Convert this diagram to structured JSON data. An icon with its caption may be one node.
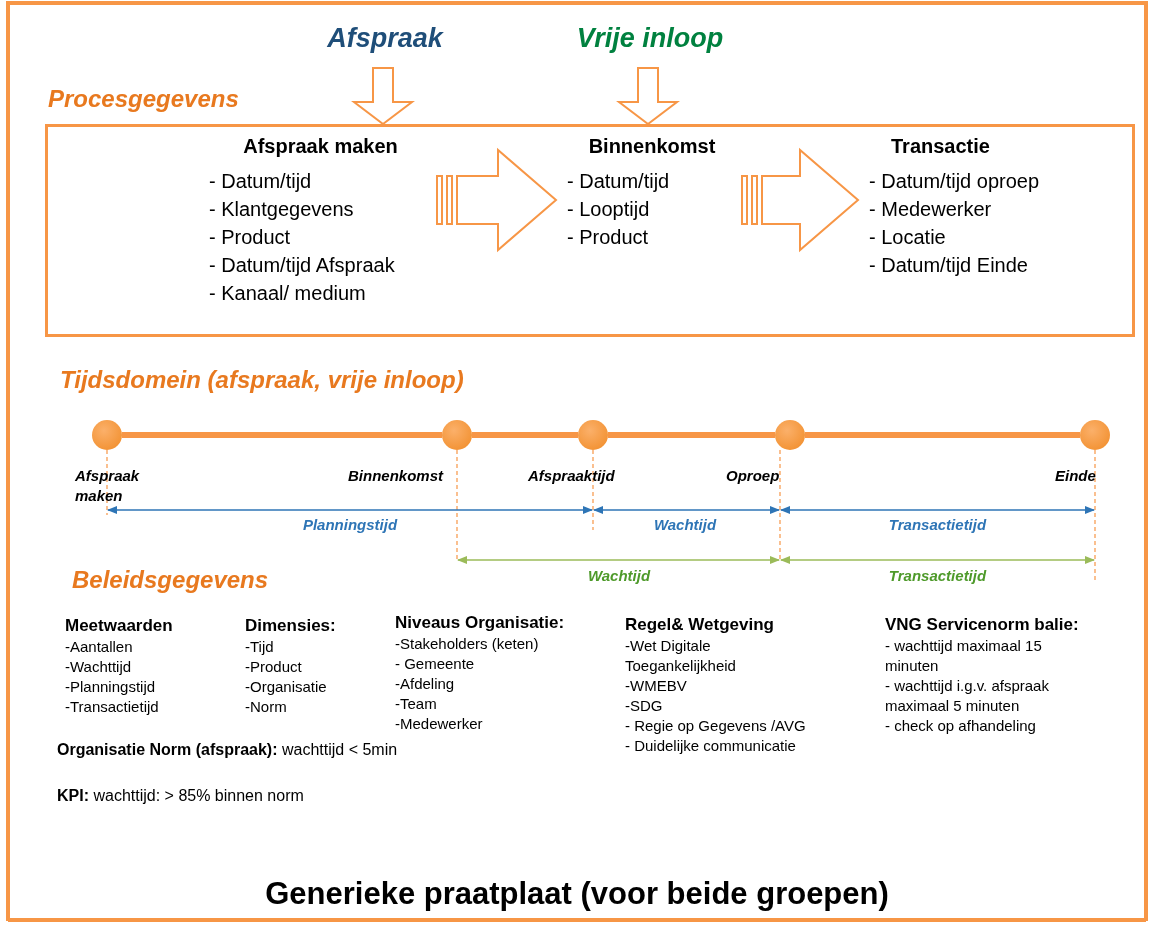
{
  "diagram": {
    "caption": "Generieke praatplaat (voor beide groepen)",
    "nodes": [
      {
        "text": [
          "Afspraak"
        ]
      },
      {
        "text": [
          "Vrije inloop"
        ]
      },
      {
        "text": [
          "Procesgegevens"
        ]
      },
      {
        "text": [
          "Afspraak maken",
          "- Datum/tijd",
          "- Klantgegevens",
          "- Product",
          "- Datum/tijd Afspraak",
          "- Kanaal/ medium"
        ],
        "in": 2
      },
      {
        "text": [
          "Binnenkomst",
          "- Datum/tijd",
          "- Looptijd",
          "- Product"
        ],
        "in": 2
      },
      {
        "text": [
          "Transactie",
          "- Datum/tijd oproep",
          "- Medewerker",
          "- Locatie",
          "- Datum/tijd Einde"
        ],
        "in": 2
      },
      {
        "text": [
          "Afspraak maken"
        ]
      },
      {
        "text": [
          "Binnenkomst"
        ]
      },
      {
        "text": [
          "Afspraaktijd"
        ]
      },
      {
        "text": [
          "Oproep"
        ]
      },
      {
        "text": [
          "Einde"
        ]
      }
    ],
    "edges": [
      {
        "from": 0,
        "to": 3,
        "arrow": "to"
      },
      {
        "from": 1,
        "to": 4,
        "arrow": "to"
      },
      {
        "from": 3,
        "to": 4,
        "arrow": "to"
      },
      {
        "from": 4,
        "to": 5,
        "arrow": "to"
      },
      {
        "from": 6,
        "to": 7,
        "arrow": "none"
      },
      {
        "from": 7,
        "to": 8,
        "arrow": "none"
      },
      {
        "from": 8,
        "to": 9,
        "arrow": "none"
      },
      {
        "from": 9,
        "to": 10,
        "arrow": "none"
      }
    ],
    "labels": [
      "Tijdsdomein (afspraak, vrije inloop)",
      "Planningstijd",
      "Wachtijd",
      "Transactietijd",
      "Wachtijd",
      "Transactietijd",
      "Beleidsgegevens",
      "Meetwaarden",
      "-Aantallen",
      "-Wachttijd",
      "-Planningstijd",
      "-Transactietijd",
      "Dimensies:",
      "-Tijd",
      "-Product",
      "-Organisatie",
      "-Norm",
      "Niveaus Organisatie:",
      "-Stakeholders (keten)",
      "- Gemeente",
      "-Afdeling",
      "-Team",
      "-Medewerker",
      "Regel& Wetgeving",
      "-Wet Digitale Toegankelijkheid",
      "-WMEBV",
      "-SDG",
      "- Regie op Gegevens /AVG",
      "- Duidelijke communicatie",
      "VNG Servicenorm balie:",
      "- wachttijd maximaal 15 minuten",
      "- wachttijd i.g.v. afspraak maximaal 5 minuten",
      "- check op afhandeling",
      "**Organisatie Norm (afspraak):** wachttijd < 5min",
      "**KPI:** wachttijd: > 85% binnen norm"
    ]
  }
}
